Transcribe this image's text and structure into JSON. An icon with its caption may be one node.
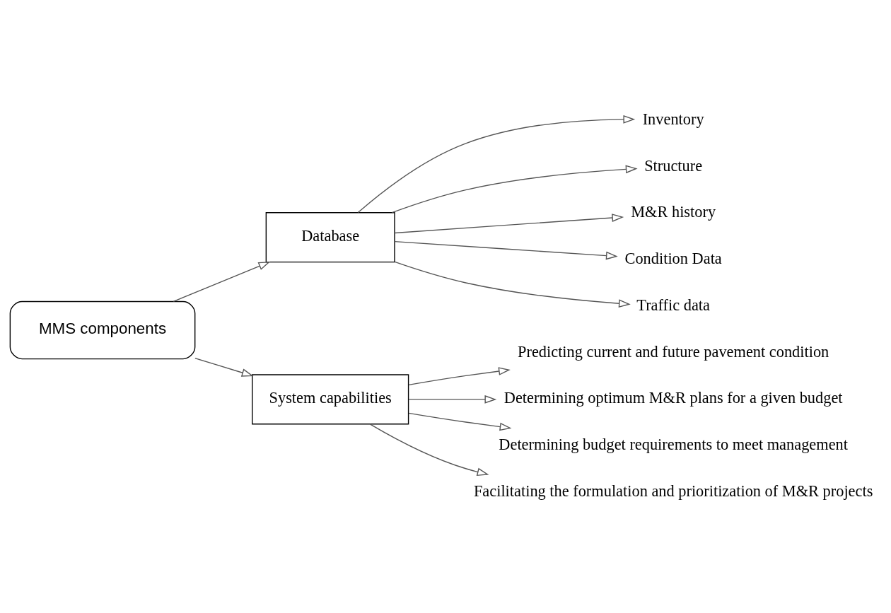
{
  "diagram": {
    "nodes": [
      {
        "text": [
          "MMS components"
        ]
      },
      {
        "text": [
          "Database"
        ]
      },
      {
        "text": [
          "System capabilities"
        ]
      },
      {
        "text": [
          "Inventory"
        ]
      },
      {
        "text": [
          "Structure"
        ]
      },
      {
        "text": [
          "M&R history"
        ]
      },
      {
        "text": [
          "Condition Data"
        ]
      },
      {
        "text": [
          "Traffic data"
        ]
      },
      {
        "text": [
          "Predicting current and future pavement condition"
        ]
      },
      {
        "text": [
          "Determining optimum M&R plans for a given budget"
        ]
      },
      {
        "text": [
          "Determining budget requirements to meet management"
        ]
      },
      {
        "text": [
          "Facilitating the formulation and prioritization of M&R projects"
        ]
      }
    ],
    "edges": [
      {
        "from": 0,
        "to": 1,
        "arrow": "to"
      },
      {
        "from": 0,
        "to": 2,
        "arrow": "to"
      },
      {
        "from": 1,
        "to": 3,
        "arrow": "to"
      },
      {
        "from": 1,
        "to": 4,
        "arrow": "to"
      },
      {
        "from": 1,
        "to": 5,
        "arrow": "to"
      },
      {
        "from": 1,
        "to": 6,
        "arrow": "to"
      },
      {
        "from": 1,
        "to": 7,
        "arrow": "to"
      },
      {
        "from": 2,
        "to": 8,
        "arrow": "to"
      },
      {
        "from": 2,
        "to": 9,
        "arrow": "to"
      },
      {
        "from": 2,
        "to": 10,
        "arrow": "to"
      },
      {
        "from": 2,
        "to": 11,
        "arrow": "to"
      }
    ]
  }
}
